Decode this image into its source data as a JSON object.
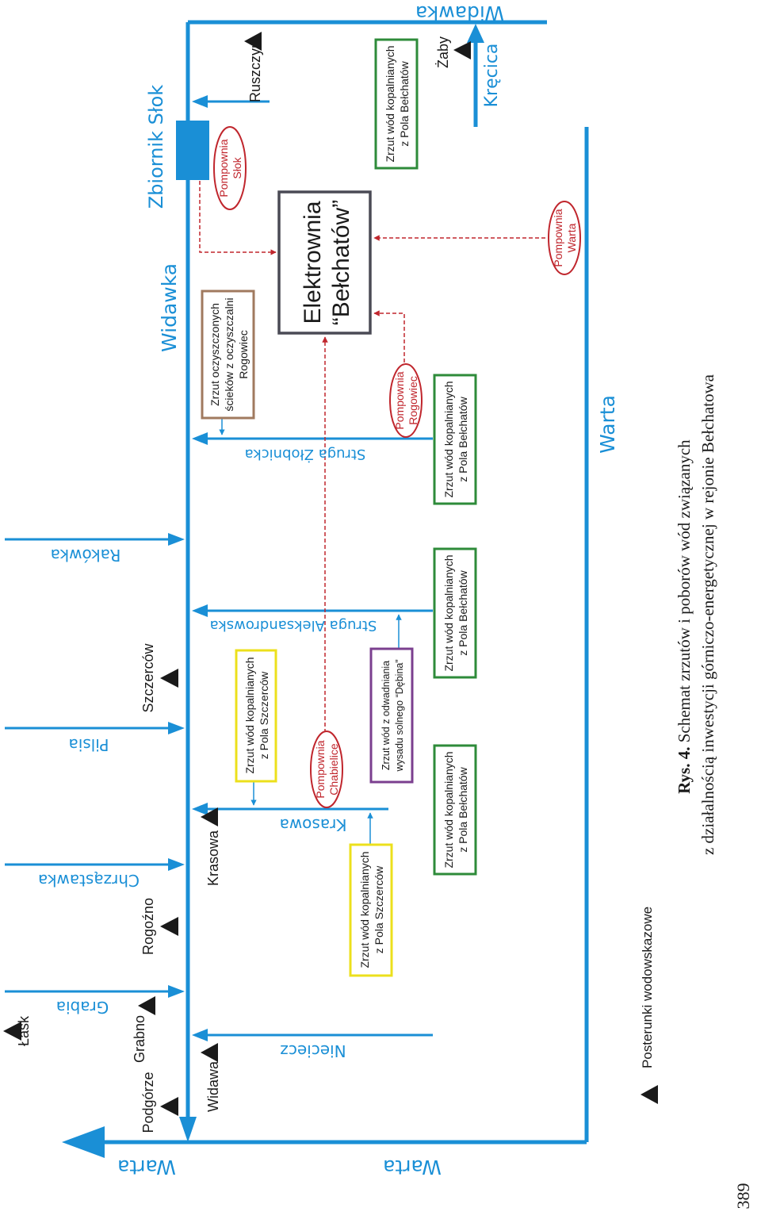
{
  "colors": {
    "water": "#1a8fd6",
    "red": "#c0262d",
    "green": "#2e8b3a",
    "yellow": "#ece01c",
    "purple": "#7b3f8f",
    "brown": "#a07a5f",
    "plant_border": "#4a4a55"
  },
  "rivers": {
    "widawka_top": "Widawka",
    "widawka_main": "Widawka",
    "warta_top": "Warta",
    "warta_bottom": "Warta",
    "warta_right": "Warta",
    "krecica": "Kręcica",
    "rakowka": "Rakówka",
    "pilsia": "Pilsia",
    "chrzastawka": "Chrząstawka",
    "grabia": "Grabia",
    "nieciecz": "Nieciecz",
    "krasowa": "Krasowa",
    "struga_aleksandrowska": "Struga Aleksandrowska",
    "struga_zlobnicka": "Struga Żłobnicka"
  },
  "places": {
    "zbiornik": "Zbiornik Słok",
    "ruszczyn": "Ruszczyn",
    "zaby": "Żaby",
    "szczercow": "Szczerców",
    "rogozno": "Rogoźno",
    "krasowa": "Krasowa",
    "grabno": "Grabno",
    "lask": "Łask",
    "podgorze": "Podgórze",
    "widawa": "Widawa"
  },
  "pumps": {
    "slok": [
      "Pompownia",
      "Słok"
    ],
    "warta": [
      "Pompownia",
      "Warta"
    ],
    "rogowiec": [
      "Pompownia",
      "Rogowiec"
    ],
    "chabielice": [
      "Pompownia",
      "Chabielice"
    ]
  },
  "plant": [
    "Elektrownia",
    "“Bełchatów”"
  ],
  "boxes": {
    "belchatow_1": [
      "Zrzut wód kopalnianych",
      "z Pola Bełchatów"
    ],
    "belchatow_2": [
      "Zrzut wód kopalnianych",
      "z Pola Bełchatów"
    ],
    "belchatow_3": [
      "Zrzut wód kopalnianych",
      "z Pola Bełchatów"
    ],
    "belchatow_4": [
      "Zrzut wód kopalnianych",
      "z Pola Bełchatów"
    ],
    "sewage": [
      "Zrzut oczyszczonych",
      "ścieków z oczyszczalni",
      "Rogowiec"
    ],
    "szczercow_1": [
      "Zrzut wód kopalnianych",
      "z Pola Szczerców"
    ],
    "szczercow_2": [
      "Zrzut wód kopalnianych",
      "z Pola Szczerców"
    ],
    "debina": [
      "Zrzut wód z odwadniania",
      "wysadu solnego “Dębina”"
    ]
  },
  "legend": "Posterunki wodowskazowe",
  "caption": {
    "prefix": "Rys. 4.",
    "line1": " Schemat zrzutów i poborów wód związanych",
    "line2": "z działalnością inwestycji górniczo-energetycznej w rejonie Bełchatowa"
  },
  "page_number": "389"
}
